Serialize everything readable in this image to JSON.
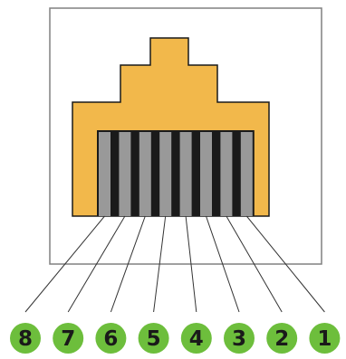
{
  "diagram": {
    "title": "",
    "colors": {
      "jack_body": "#f2b84b",
      "outline": "#1a1a1a",
      "contact": "#999999",
      "frame": "#808080",
      "wire": "#333333",
      "label_circle": "#6dbe3c",
      "label_text": "#1a1a1a"
    },
    "pins": [
      {
        "number": "8"
      },
      {
        "number": "7"
      },
      {
        "number": "6"
      },
      {
        "number": "5"
      },
      {
        "number": "4"
      },
      {
        "number": "3"
      },
      {
        "number": "2"
      },
      {
        "number": "1"
      }
    ]
  }
}
